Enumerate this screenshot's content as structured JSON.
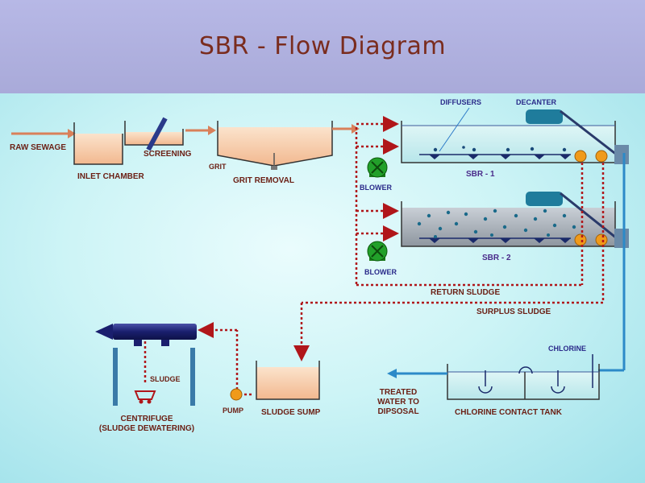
{
  "title": "SBR - Flow Diagram",
  "labels": {
    "raw_sewage": "RAW SEWAGE",
    "inlet_chamber": "INLET CHAMBER",
    "screening": "SCREENING",
    "grit": "GRIT",
    "grit_removal": "GRIT REMOVAL",
    "diffusers": "DIFFUSERS",
    "decanter": "DECANTER",
    "sbr1": "SBR - 1",
    "sbr2": "SBR - 2",
    "blower1": "BLOWER",
    "blower2": "BLOWER",
    "return_sludge": "RETURN SLUDGE",
    "surplus_sludge": "SURPLUS SLUDGE",
    "chlorine": "CHLORINE",
    "treated_water_1": "TREATED",
    "treated_water_2": "WATER TO",
    "treated_water_3": "DIPSOSAL",
    "chlorine_contact_tank": "CHLORINE CONTACT TANK",
    "sludge": "SLUDGE",
    "centrifuge_1": "CENTRIFUGE",
    "centrifuge_2": "(SLUDGE DEWATERING)",
    "pump": "PUMP",
    "sludge_sump": "SLUDGE SUMP"
  },
  "colors": {
    "header_bg": "#b0b1e0",
    "title_text": "#7a2c1e",
    "label_text": "#6b1f14",
    "pipe_dotted": "#b0161a",
    "tank_fill": "#f3c6a0",
    "water_fill": "#c8eef2",
    "blower_green": "#22a02a",
    "pump_orange": "#f09a1a",
    "centrifuge_navy": "#1a1f6e"
  }
}
